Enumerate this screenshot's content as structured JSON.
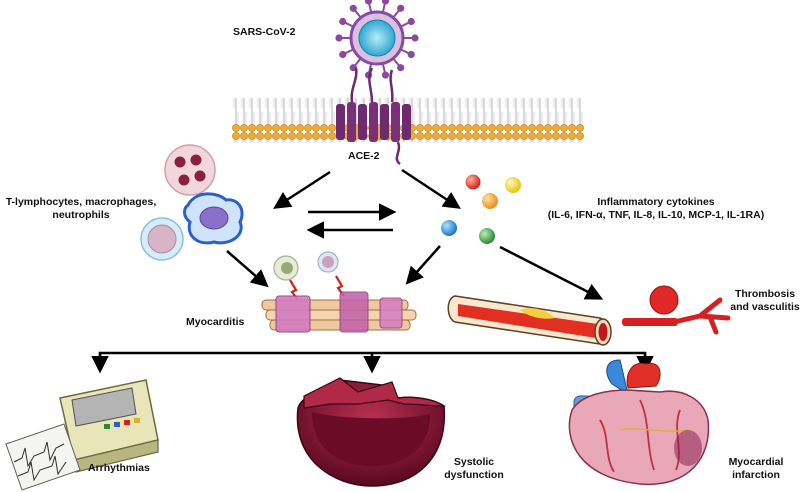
{
  "labels": {
    "virus": "SARS-CoV-2",
    "receptor": "ACE-2",
    "immune_cells_line1": "T-lymphocytes, macrophages,",
    "immune_cells_line2": "neutrophils",
    "cytokines_line1": "Inflammatory cytokines",
    "cytokines_line2": "(IL-6, IFN-α, TNF, IL-8, IL-10, MCP-1, IL-1RA)",
    "myocarditis": "Myocarditis",
    "thrombosis_line1": "Thrombosis",
    "thrombosis_line2": "and vasculitis",
    "arrhythmias": "Arrhythmias",
    "systolic_line1": "Systolic",
    "systolic_line2": "dysfunction",
    "infarction_line1": "Myocardial",
    "infarction_line2": "infarction"
  },
  "colors": {
    "membrane_head": "#f0a830",
    "membrane_tail": "#c9c9c9",
    "receptor": "#6e2a6e",
    "virus_spike": "#8a4aa0",
    "virus_core": "#5cc9e8",
    "cytokine_red": "#e23b2e",
    "cytokine_yellow": "#f2d22a",
    "cytokine_blue": "#2a8fd8",
    "cytokine_green": "#3a9a48",
    "vessel": "#d92020",
    "muscle": "#c060a8",
    "heart_dark": "#7a1030"
  }
}
